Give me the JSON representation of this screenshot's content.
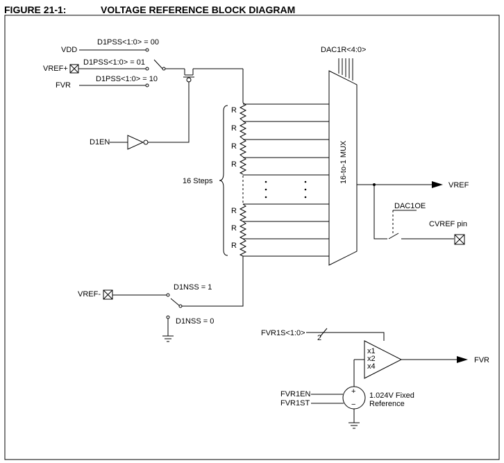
{
  "figure_label": "FIGURE 21-1:",
  "figure_title": "VOLTAGE REFERENCE BLOCK DIAGRAM",
  "inputs": {
    "vdd": "VDD",
    "vref_plus": "VREF+",
    "fvr": "FVR",
    "d1en": "D1EN",
    "vref_minus": "VREF-",
    "fvr1en": "FVR1EN",
    "fvr1st": "FVR1ST"
  },
  "select_labels": {
    "d1pss_00": "D1PSS<1:0> = 00",
    "d1pss_01": "D1PSS<1:0> = 01",
    "d1pss_10": "D1PSS<1:0> = 10",
    "d1nss_1": "D1NSS = 1",
    "d1nss_0": "D1NSS = 0",
    "dac1r": "DAC1R<4:0>",
    "dac1oe": "DAC1OE",
    "fvr1s": "FVR1S<1:0>",
    "bus_width": "2"
  },
  "ladder": {
    "resistor_label": "R",
    "steps_label": "16 Steps"
  },
  "mux_label": "16-to-1 MUX",
  "outputs": {
    "vref": "VREF",
    "cvref_pin": "CVREF pin",
    "fvr_out": "FVR"
  },
  "fvr_amp": {
    "gains": [
      "x1",
      "x2",
      "x4"
    ],
    "reference_line1": "1.024V Fixed",
    "reference_line2": "Reference",
    "plus": "+",
    "minus": "−"
  }
}
